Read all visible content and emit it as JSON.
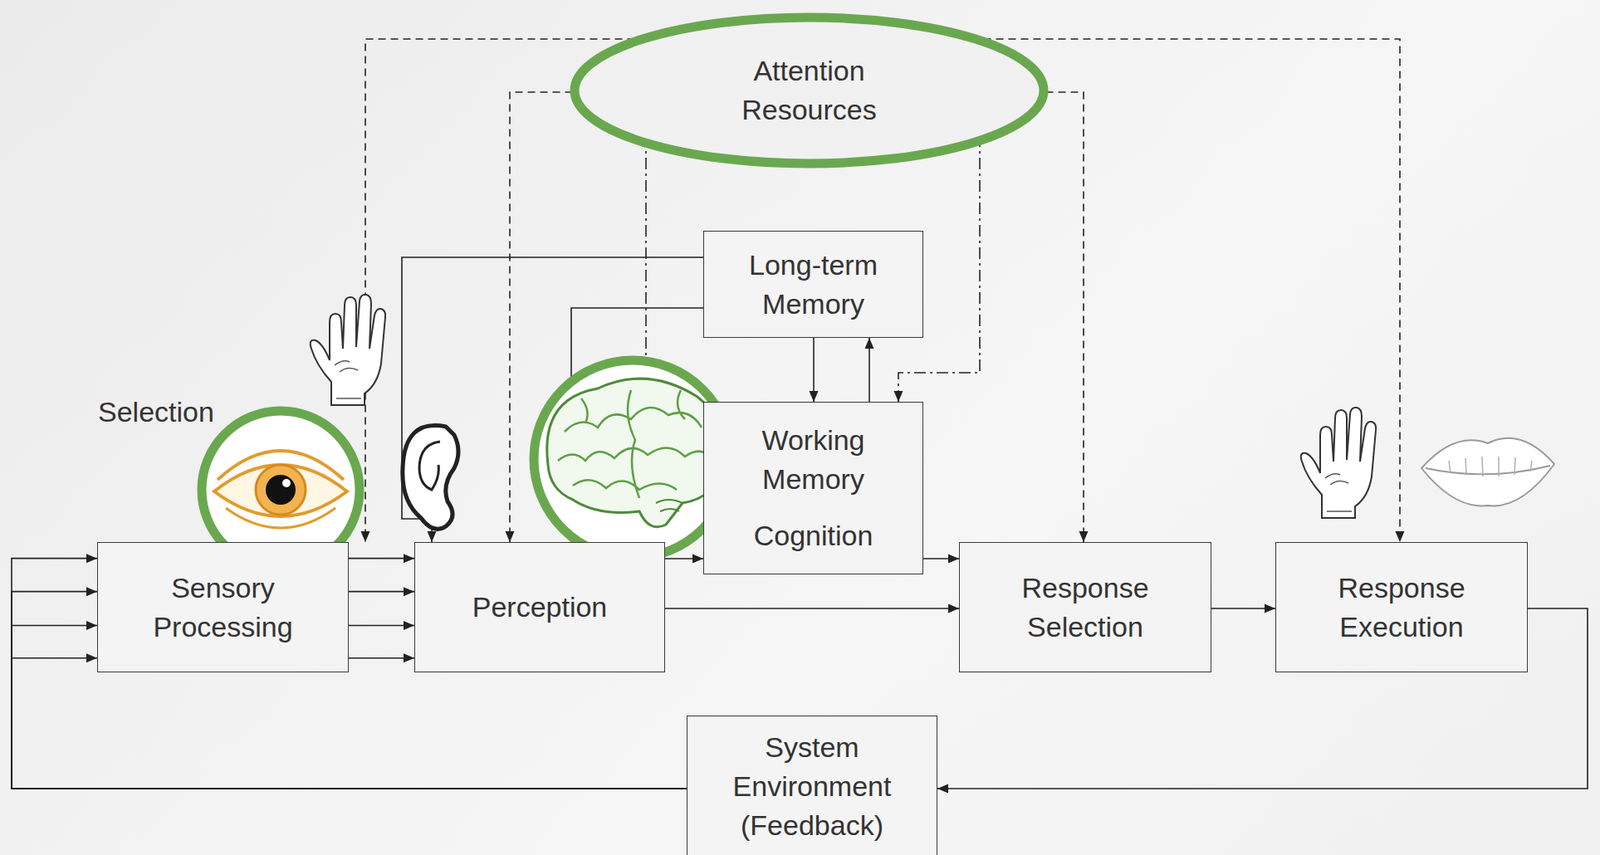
{
  "diagram": {
    "nodes": [
      {
        "text": [
          "Attention Resources"
        ]
      },
      {
        "text": [
          "Long-term Memory"
        ]
      },
      {
        "text": [
          "Working Memory",
          "Cognition"
        ]
      },
      {
        "text": [
          "Sensory Processing"
        ]
      },
      {
        "text": [
          "Perception"
        ]
      },
      {
        "text": [
          "Response Selection"
        ]
      },
      {
        "text": [
          "Response Execution"
        ]
      },
      {
        "text": [
          "System Environment (Feedback)"
        ]
      }
    ],
    "edges": [
      {
        "from": 0,
        "to": 3,
        "arrow": "to"
      },
      {
        "from": 0,
        "to": 4,
        "arrow": "to"
      },
      {
        "from": 0,
        "to": 4,
        "arrow": "to"
      },
      {
        "from": 0,
        "to": 5,
        "arrow": "to"
      },
      {
        "from": 0,
        "to": 6,
        "arrow": "to"
      },
      {
        "from": 0,
        "to": 2,
        "arrow": "to"
      },
      {
        "from": 1,
        "to": 2,
        "arrow": "to"
      },
      {
        "from": 2,
        "to": 1,
        "arrow": "to"
      },
      {
        "from": 1,
        "to": 4,
        "arrow": "to"
      },
      {
        "from": 1,
        "to": 4,
        "arrow": "to"
      },
      {
        "from": 3,
        "to": 4,
        "arrow": "to"
      },
      {
        "from": 4,
        "to": 2,
        "arrow": "to"
      },
      {
        "from": 4,
        "to": 5,
        "arrow": "to"
      },
      {
        "from": 2,
        "to": 5,
        "arrow": "to"
      },
      {
        "from": 5,
        "to": 6,
        "arrow": "to"
      },
      {
        "from": 6,
        "to": 7,
        "arrow": "to"
      },
      {
        "from": 7,
        "to": 3,
        "arrow": "to"
      }
    ],
    "labels": [
      "Selection"
    ]
  }
}
